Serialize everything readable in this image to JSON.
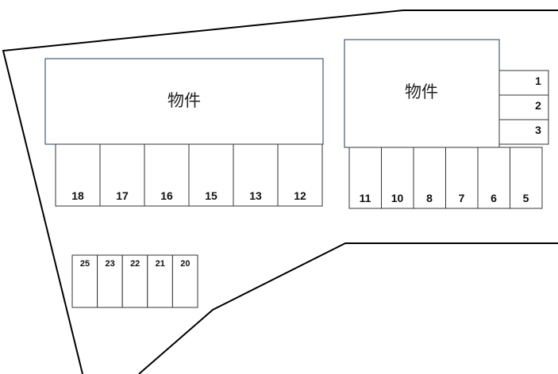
{
  "buildings": [
    {
      "id": "building-left",
      "label": "物件"
    },
    {
      "id": "building-right",
      "label": "物件"
    }
  ],
  "parking": {
    "row_top_left": [
      "18",
      "17",
      "16",
      "15",
      "13",
      "12"
    ],
    "row_top_right": [
      "11",
      "10",
      "8",
      "7",
      "6",
      "5"
    ],
    "column_right": [
      "1",
      "2",
      "3"
    ],
    "row_bottom_left": [
      "25",
      "23",
      "22",
      "21",
      "20"
    ]
  }
}
